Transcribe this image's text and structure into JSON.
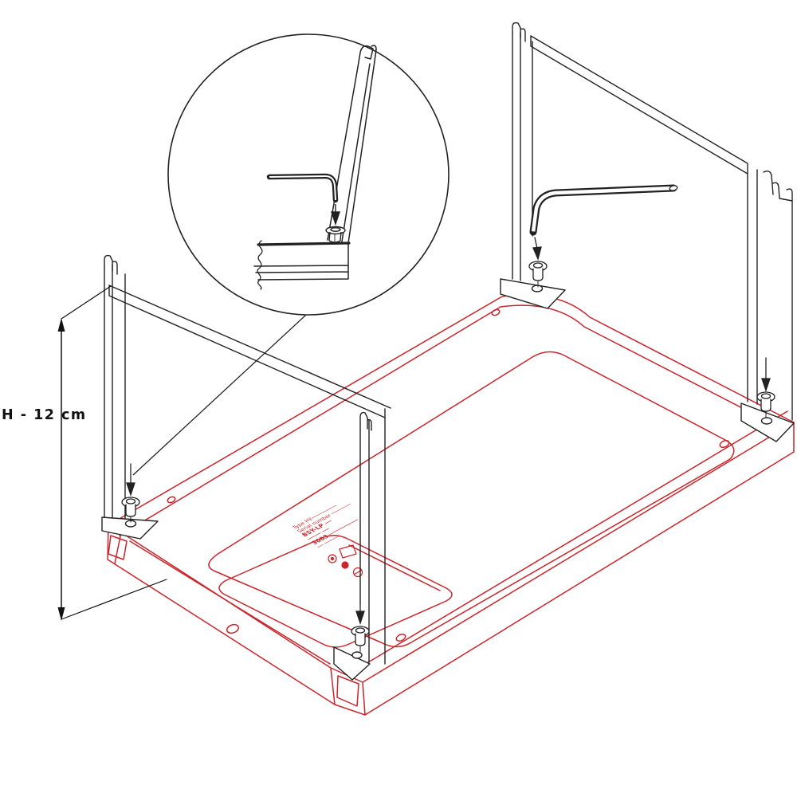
{
  "diagram": {
    "background": "#ffffff",
    "colors": {
      "highlight_red": "#c9252b",
      "line_black": "#222222"
    },
    "dimension": {
      "label": "H - 12 cm"
    },
    "product_label": {
      "lines": [
        "Type HY─────────",
        "Serial number ───────",
        "BSY-LP ──",
        "──── ──",
        "3003 ─────────",
        "── ─────"
      ]
    },
    "parts": [
      "base tray (red outline)",
      "left support frame",
      "rear support frame",
      "hex key",
      "flange screw (4x)",
      "detail circle: screw fastening of frame foot"
    ]
  }
}
